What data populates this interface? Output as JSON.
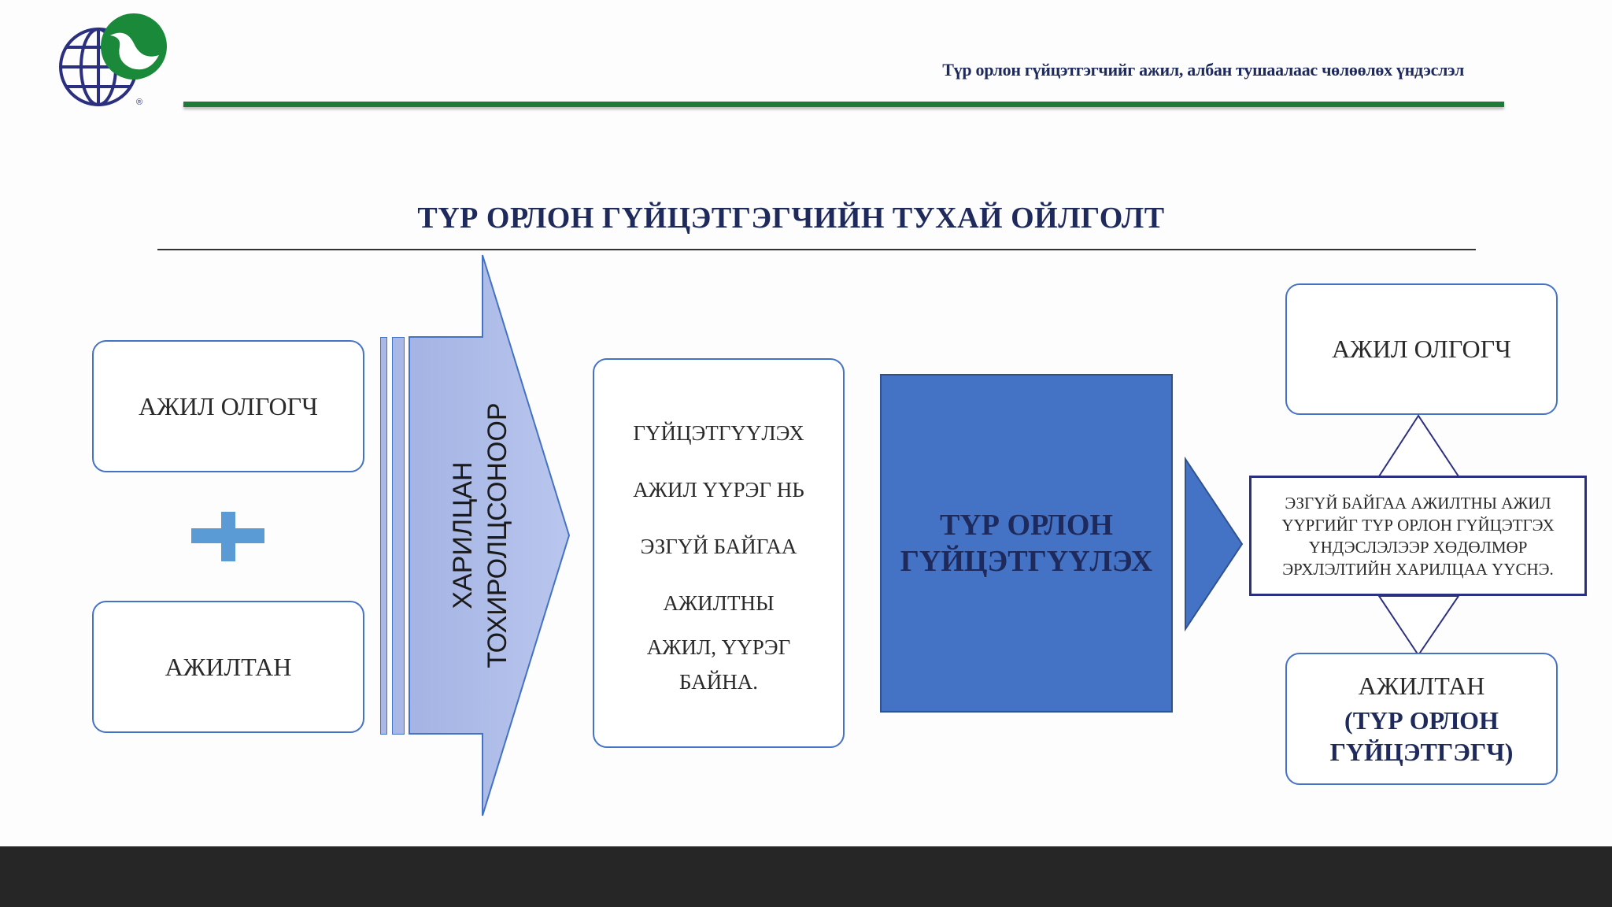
{
  "header": {
    "subtitle": "Түр орлон гүйцэтгэгчийг ажил, албан тушаалаас чөлөөлөх үндэслэл"
  },
  "title": "ТҮР ОРЛОН ГҮЙЦЭТГЭГЧИЙН ТУХАЙ ОЙЛГОЛТ",
  "left": {
    "employer": "АЖИЛ ОЛГОГЧ",
    "employee": "АЖИЛТАН",
    "arrow_line1": "ХАРИЛЦАН",
    "arrow_line2": "ТОХИРОЛЦСОНООР"
  },
  "middle": {
    "lines": [
      "ГҮЙЦЭТГҮҮЛЭХ",
      "АЖИЛ ҮҮРЭГ НЬ",
      "ЭЗГҮЙ БАЙГАА",
      "АЖИЛТНЫ",
      "АЖИЛ, ҮҮРЭГ",
      "БАЙНА."
    ]
  },
  "center": {
    "line1": "ТҮР ОРЛОН",
    "line2": "ГҮЙЦЭТГҮҮЛЭХ"
  },
  "right": {
    "employer": "АЖИЛ ОЛГОГЧ",
    "relation_lines": [
      "ЭЗГҮЙ БАЙГАА АЖИЛТНЫ АЖИЛ",
      "ҮҮРГИЙГ  ТҮР ОРЛОН ГҮЙЦЭТГЭХ",
      "ҮНДЭСЛЭЛЭЭР ХӨДӨЛМӨР",
      "ЭРХЛЭЛТИЙН ХАРИЛЦАА ҮҮСНЭ."
    ],
    "employee": "АЖИЛТАН",
    "employee_role1": "(ТҮР ОРЛОН",
    "employee_role2": "ГҮЙЦЭТГЭГЧ)"
  },
  "colors": {
    "accent_blue": "#4472c4",
    "light_blue": "#a9b8e6",
    "navy": "#1f2a5c",
    "green": "#1f7a3a"
  }
}
